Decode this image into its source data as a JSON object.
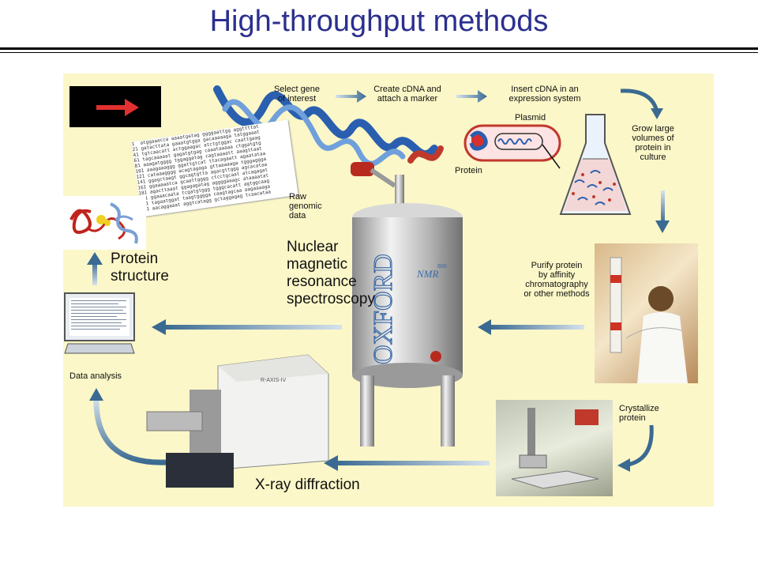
{
  "title": "High-throughput methods",
  "steps": {
    "select_gene": "Select gene\nof interest",
    "create_cdna": "Create cDNA and\nattach a marker",
    "insert_cdna": "Insert cDNA in an\nexpression system",
    "grow": "Grow large\nvolumes of\nprotein in\nculture",
    "purify": "Purify protein\nby affinity\nchromatography\nor other methods",
    "crystallize": "Crystallize\nprotein",
    "xray": "X-ray diffraction",
    "data_analysis": "Data analysis",
    "protein_structure": "Protein\nstructure",
    "nmr": "Nuclear\nmagnetic\nresonance\nspectroscopy",
    "raw_genomic": "Raw\ngenomic\ndata"
  },
  "plasmid": {
    "plasmid_label": "Plasmid",
    "protein_label": "Protein"
  },
  "nmr_machine": {
    "brand": "OXFORD",
    "model": "NMR",
    "freq": "800"
  },
  "xray_machine": {
    "brand": "R-AXIS-IV"
  },
  "genomic_text": "1  atggaaacca aaaatgatag ggggaattgg aggttttat\n21 gatacttata gaaatgtgga gacaaaaaga tatggaaat\n41 tgtcaacatt actggaagac atctgtggac caattgaag\n61 tagcaaaaat gagatgtgag caaataaaaa ctggatgtg\n81 aaagatgggg tggaggatag cagtaaaatt aaagttaat\n101 aaagaaaggg ggattgtcat ttacagaatt agaatataa\n121 cataaagggg acagtagaga gttaaaaaga tgggaggga\n141 ggagctaagt ggcagtgtta agacgttggg agcacataa\n161 ggaaaaatca gcaattgggg ctcctgcaat atcagagat\n181 agacttaaat ggagagatag aggggaaagc ataaaatat\n201 ggaaacaata tcgatgtggg tgggcacatt agtggcaag\n221 tagaatggat taagtgggga caagtagcaa aagaaaaga\n241 aacaggaaat aggtcatagg gctaggagag tcaacataa"
}
